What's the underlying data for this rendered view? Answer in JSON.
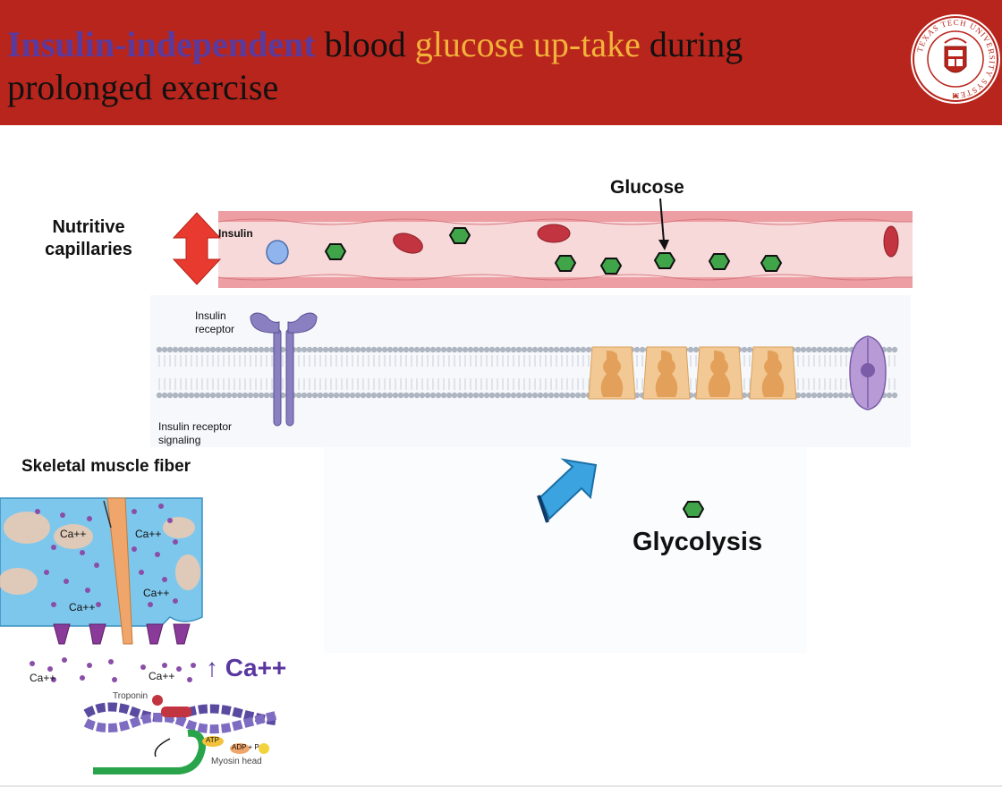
{
  "slide": {
    "title_part1": "Insulin-independent",
    "title_part2": " blood ",
    "title_part3": "glucose up-take",
    "title_part4": " during",
    "title_line2": "prolonged exercise",
    "logo_ring_text": "TEXAS TECH UNIVERSITY SYSTEM"
  },
  "labels": {
    "nutritive_capillaries": [
      "Nutritive",
      "capillaries"
    ],
    "glucose": "Glucose",
    "insulin": "Insulin",
    "insulin_receptor": [
      "Insulin",
      "receptor"
    ],
    "insulin_receptor_signaling": [
      "Insulin receptor",
      "signaling"
    ],
    "skeletal_muscle_fiber": "Skeletal muscle fiber",
    "glycolysis": "Glycolysis",
    "ca_increase": "↑ Ca++",
    "ca_labels": [
      "Ca++",
      "Ca++",
      "Ca++",
      "Ca++",
      "Ca++",
      "Ca++"
    ],
    "troponin": "Troponin",
    "atp": "ATP",
    "adp_p": "ADP + P",
    "myosin_head": "Myosin head"
  },
  "colors": {
    "header": "#b8251c",
    "title_purple": "#5b3a9e",
    "title_yellow": "#f3b23a",
    "capillary": "#f7d9d9",
    "capillary_wall": "#e8a0a4",
    "glucose": "#3fa548",
    "rbc": "#c2343f",
    "arrow_red": "#e83a2f",
    "arrow_blue": "#3aa3e0",
    "receptor": "#8a7fc1",
    "transporter": "#f2c894",
    "channel": "#b89bd6",
    "muscle": "#7ec7ec",
    "calcium": "#8a4ea8",
    "ca_text": "#5a36a0"
  }
}
